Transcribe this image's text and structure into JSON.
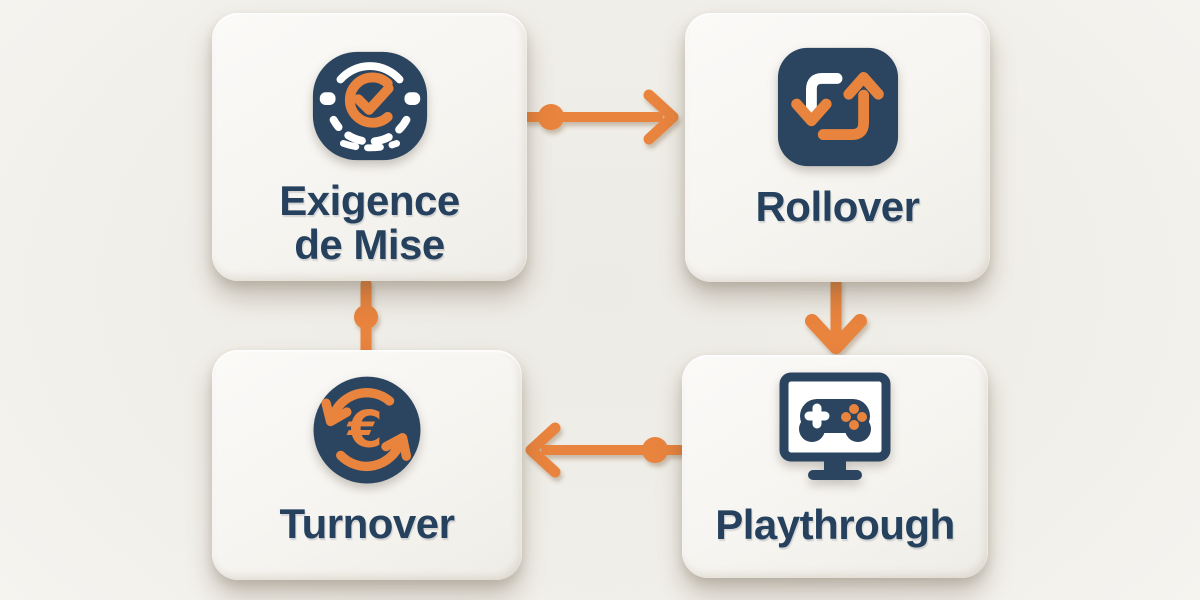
{
  "palette": {
    "navy": "#2b4560",
    "text": "#25415e",
    "orange": "#e9843e",
    "card": "#f7f5f1",
    "bg": "#f1efe9"
  },
  "diagram": {
    "type": "cycle-flowchart",
    "nodes": [
      {
        "id": "exigence-de-mise",
        "label": "Exigence de Mise",
        "lines": [
          "Exigence",
          "de Mise"
        ],
        "icon": "casino-chip-check-icon"
      },
      {
        "id": "rollover",
        "label": "Rollover",
        "lines": [
          "Rollover"
        ],
        "icon": "repeat-arrows-icon"
      },
      {
        "id": "playthrough",
        "label": "Playthrough",
        "lines": [
          "Playthrough"
        ],
        "icon": "monitor-gamepad-icon"
      },
      {
        "id": "turnover",
        "label": "Turnover",
        "lines": [
          "Turnover"
        ],
        "icon": "euro-refresh-icon"
      }
    ],
    "edges": [
      {
        "from": "exigence-de-mise",
        "to": "rollover",
        "style": "dot-start-arrow-right"
      },
      {
        "from": "rollover",
        "to": "playthrough",
        "style": "arrow-down"
      },
      {
        "from": "playthrough",
        "to": "turnover",
        "style": "dot-start-arrow-left"
      },
      {
        "from": "turnover",
        "to": "exigence-de-mise",
        "style": "dot-middle-line-up"
      }
    ]
  }
}
